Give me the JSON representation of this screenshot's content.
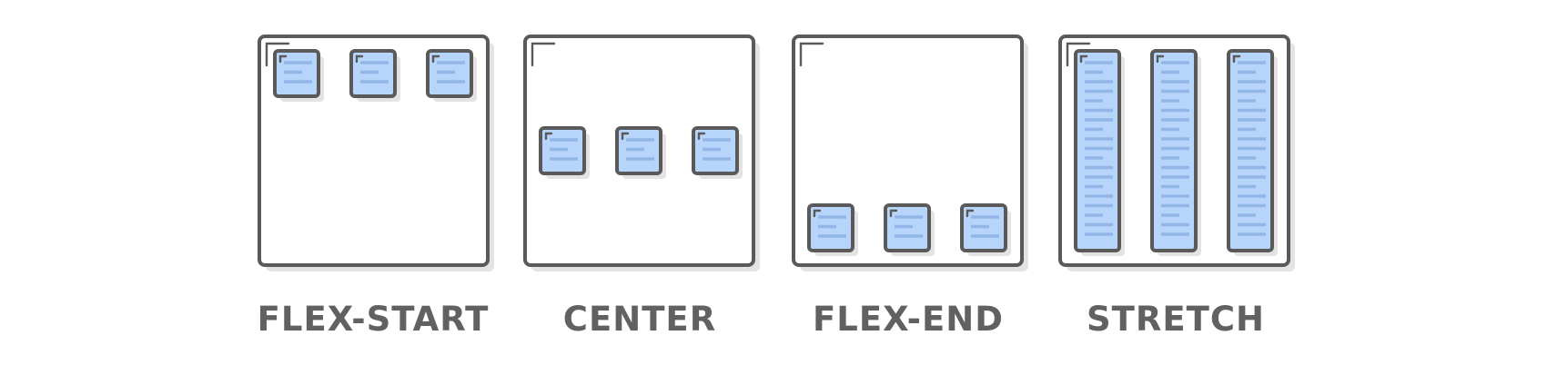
{
  "colors": {
    "background": "#ffffff",
    "outline": "#5a5a5a",
    "shadow": "#e3e3e3",
    "item_fill": "#b7d5fb",
    "item_lines": "#93b6e8",
    "label": "#616161"
  },
  "panels": [
    {
      "id": "flex-start",
      "label": "FLEX-START",
      "align": "flex-start"
    },
    {
      "id": "center",
      "label": "CENTER",
      "align": "center"
    },
    {
      "id": "flex-end",
      "label": "FLEX-END",
      "align": "flex-end"
    },
    {
      "id": "stretch",
      "label": "STRETCH",
      "align": "stretch"
    }
  ],
  "items_per_panel": 3
}
